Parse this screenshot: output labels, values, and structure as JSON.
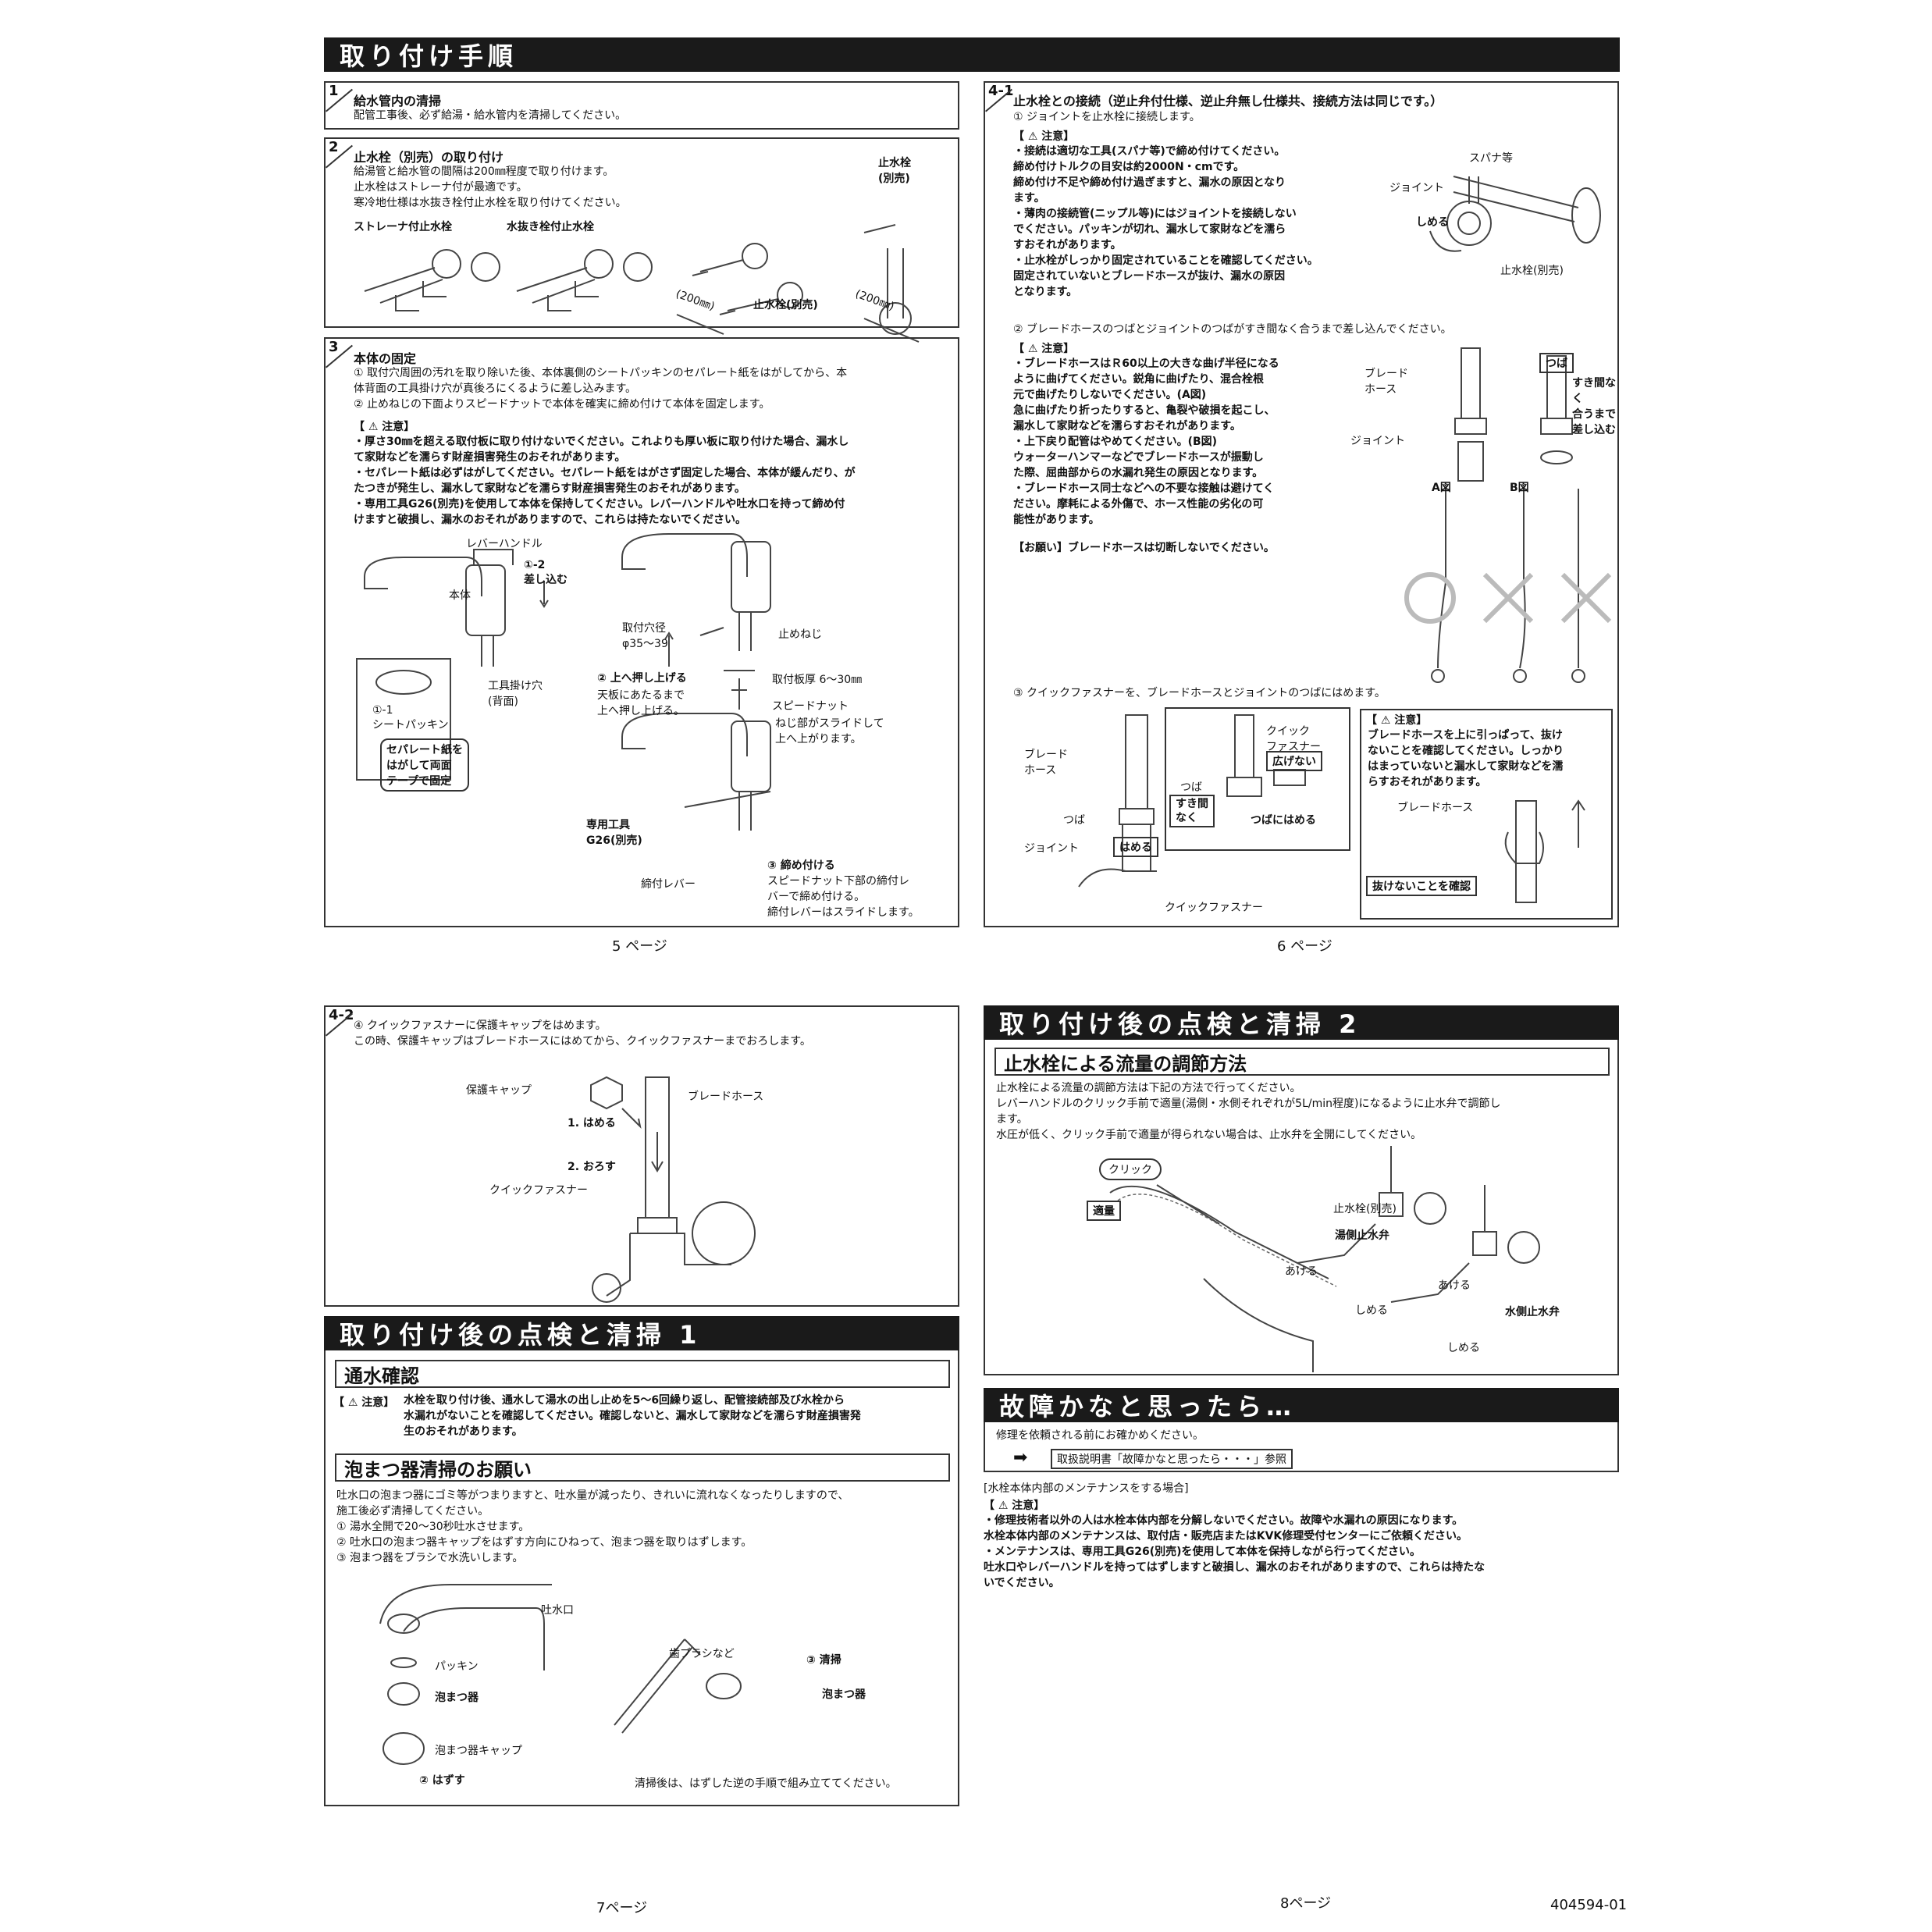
{
  "header_main": "取り付け手順",
  "step1": {
    "num": "1",
    "title": "給水管内の清掃",
    "text": "配管工事後、必ず給湯・給水管内を清掃してください。"
  },
  "step2": {
    "num": "2",
    "title": "止水栓（別売）の取り付け",
    "text": "給湯管と給水管の間隔は200㎜程度で取り付けます。\n止水栓はストレーナ付が最適です。\n寒冷地仕様は水抜き栓付止水栓を取り付けてください。",
    "label_strainer": "ストレーナ付止水栓",
    "label_drain": "水抜き栓付止水栓",
    "label_200a": "(200㎜)",
    "label_200b": "(200㎜)",
    "label_valve": "止水栓(別売)",
    "label_valve2": "止水栓\n(別売)"
  },
  "step3": {
    "num": "3",
    "title": "本体の固定",
    "text": "① 取付穴周囲の汚れを取り除いた後、本体裏側のシートパッキンのセパレート紙をはがしてから、本\n    体背面の工具掛け穴が真後ろにくるように差し込みます。\n② 止めねじの下面よりスピードナットで本体を確実に締め付けて本体を固定します。",
    "caution_head": "【 ⚠ 注意】",
    "caution": "・厚さ30㎜を超える取付板に取り付けないでください。これよりも厚い板に取り付けた場合、漏水し\n  て家財などを濡らす財産損害発生のおそれがあります。\n・セパレート紙は必ずはがしてください。セパレート紙をはがさず固定した場合、本体が緩んだり、が\n  たつきが発生し、漏水して家財などを濡らす財産損害発生のおそれがあります。\n・専用工具G26(別売)を使用して本体を保持してください。レバーハンドルや吐水口を持って締め付\n  けますと破損し、漏水のおそれがありますので、これらは持たないでください。",
    "lbl_lever": "レバーハンドル",
    "lbl_12": "①-2\n差し込む",
    "lbl_body": "本体",
    "lbl_11": "①-1\nシートパッキン",
    "lbl_sep": "セパレート紙を\nはがして両面\nテープで固定",
    "lbl_hole": "工具掛け穴\n(背面)",
    "lbl_diam": "取付穴径\nφ35～39",
    "lbl_screw": "止めねじ",
    "lbl_push": "② 上へ押し上げる",
    "lbl_push2": "天板にあたるまで\n上へ押し上げる。",
    "lbl_thick": "取付板厚 6～30㎜",
    "lbl_nut": "スピードナット",
    "lbl_nut2": "ねじ部がスライドして\n上へ上がります。",
    "lbl_tool": "専用工具\nG26(別売)",
    "lbl_tighten": "③ 締め付ける",
    "lbl_tighten2": "スピードナット下部の締付レ\nバーで締め付ける。\n締付レバーはスライドします。",
    "lbl_lever2": "締付レバー"
  },
  "step41": {
    "num": "4-1",
    "title": "止水栓との接続（逆止弁付仕様、逆止弁無し仕様共、接続方法は同じです。）",
    "sub1": "① ジョイントを止水栓に接続します。",
    "caution_head1": "【 ⚠ 注意】",
    "caution1": "・接続は適切な工具(スパナ等)で締め付けてください。\n  締め付けトルクの目安は約2000N・cmです。\n  締め付け不足や締め付け過ぎますと、漏水の原因となり\n  ます。\n・薄肉の接続管(ニップル等)にはジョイントを接続しない\n  でください。パッキンが切れ、漏水して家財などを濡ら\n  すおそれがあります。\n・止水栓がしっかり固定されていることを確認してください。\n  固定されていないとブレードホースが抜け、漏水の原因\n  となります。",
    "lbl_spanner": "スパナ等",
    "lbl_joint": "ジョイント",
    "lbl_close": "しめる",
    "lbl_valve": "止水栓(別売)",
    "sub2": "② ブレードホースのつばとジョイントのつばがすき間なく合うまで差し込んでください。",
    "caution_head2": "【 ⚠ 注意】",
    "caution2": "・ブレードホースはＲ60以上の大きな曲げ半径になる\n  ように曲げてください。鋭角に曲げたり、混合栓根\n  元で曲げたりしないでください。(A図)\n  急に曲げたり折ったりすると、亀裂や破損を起こし、\n  漏水して家財などを濡らすおそれがあります。\n・上下戻り配管はやめてください。(B図)\n  ウォーターハンマーなどでブレードホースが振動し\n  た際、屈曲部からの水漏れ発生の原因となります。\n・ブレードホース同士などへの不要な接触は避けてく\n  ださい。摩耗による外傷で、ホース性能の劣化の可\n  能性があります。",
    "request": "【お願い】ブレードホースは切断しないでください。",
    "lbl_hose": "ブレード\nホース",
    "lbl_joint2": "ジョイント",
    "lbl_tsuba": "つば",
    "lbl_nogap": "すき間なく\n合うまで\n差し込む",
    "lbl_a": "A図",
    "lbl_b": "B図",
    "sub3": "③ クイックファスナーを、ブレードホースとジョイントのつばにはめます。",
    "lbl_hose3": "ブレード\nホース",
    "lbl_qf": "クイック\nファスナー",
    "lbl_wide": "広げない",
    "lbl_tsuba3a": "つば",
    "lbl_tsuba3b": "つば",
    "lbl_nogap3": "すき間\nなく",
    "lbl_fit": "つばにはめる",
    "lbl_joint3": "ジョイント",
    "lbl_fit2": "はめる",
    "lbl_qf2": "クイックファスナー",
    "caution_head3": "【 ⚠ 注意】",
    "caution3": "ブレードホースを上に引っぱって、抜け\nないことを確認してください。しっかり\nはまっていないと漏水して家財などを濡\nらすおそれがあります。",
    "lbl_hose4": "ブレードホース",
    "lbl_confirm": "抜けないことを確認"
  },
  "page5": "5 ページ",
  "page6": "6 ページ",
  "step42": {
    "num": "4-2",
    "text": "④ クイックファスナーに保護キャップをはめます。\n    この時、保護キャップはブレードホースにはめてから、クイックファスナーまでおろします。",
    "lbl_cap": "保護キャップ",
    "lbl_hose": "ブレードホース",
    "lbl_1": "1. はめる",
    "lbl_2": "2. おろす",
    "lbl_qf": "クイックファスナー"
  },
  "insp1": {
    "header": "取り付け後の点検と清掃 1",
    "water_head": "通水確認",
    "water_caution": "【 ⚠ 注意】",
    "water_text": "水栓を取り付け後、通水して湯水の出し止めを5～6回繰り返し、配管接続部及び水栓から\n水漏れがないことを確認してください。確認しないと、漏水して家財などを濡らす財産損害発\n生のおそれがあります。",
    "aer_head": "泡まつ器清掃のお願い",
    "aer_text": "吐水口の泡まつ器にゴミ等がつまりますと、吐水量が減ったり、きれいに流れなくなったりしますので、\n施工後必ず清掃してください。\n① 湯水全開で20～30秒吐水させます。\n② 吐水口の泡まつ器キャップをはずす方向にひねって、泡まつ器を取りはずします。\n③ 泡まつ器をブラシで水洗いします。",
    "lbl_spout": "吐水口",
    "lbl_packing": "パッキン",
    "lbl_aer": "泡まつ器",
    "lbl_cap": "泡まつ器キャップ",
    "lbl_remove": "② はずす",
    "lbl_brush": "歯ブラシなど",
    "lbl_clean": "③ 清掃",
    "lbl_aer2": "泡まつ器",
    "note": "清掃後は、はずした逆の手順で組み立ててください。"
  },
  "insp2": {
    "header": "取り付け後の点検と清掃 2",
    "sub_head": "止水栓による流量の調節方法",
    "text": "止水栓による流量の調節方法は下記の方法で行ってください。\nレバーハンドルのクリック手前で適量(湯側・水側それぞれが5L/min程度)になるように止水弁で調節し\nます。\n水圧が低く、クリック手前で適量が得られない場合は、止水弁を全開にしてください。",
    "lbl_click": "クリック",
    "lbl_proper": "適量",
    "lbl_valve": "止水栓(別売)",
    "lbl_hot": "湯側止水弁",
    "lbl_open1": "あける",
    "lbl_close1": "しめる",
    "lbl_open2": "あける",
    "lbl_cold": "水側止水弁",
    "lbl_close2": "しめる"
  },
  "trouble": {
    "header": "故障かなと思ったら…",
    "text": "修理を依頼される前にお確かめください。",
    "ref": "取扱説明書「故障かなと思ったら・・・」参照",
    "maint_head": "[水栓本体内部のメンテナンスをする場合]",
    "caution_head": "【 ⚠ 注意】",
    "caution": "・修理技術者以外の人は水栓本体内部を分解しないでください。故障や水漏れの原因になります。\n  水栓本体内部のメンテナンスは、取付店・販売店またはKVK修理受付センターにご依頼ください。\n・メンテナンスは、専用工具G26(別売)を使用して本体を保持しながら行ってください。\n  吐水口やレバーハンドルを持ってはずしますと破損し、漏水のおそれがありますので、これらは持たな\n  いでください。"
  },
  "page7": "7ページ",
  "page8": "8ページ",
  "doc_code": "404594-01"
}
